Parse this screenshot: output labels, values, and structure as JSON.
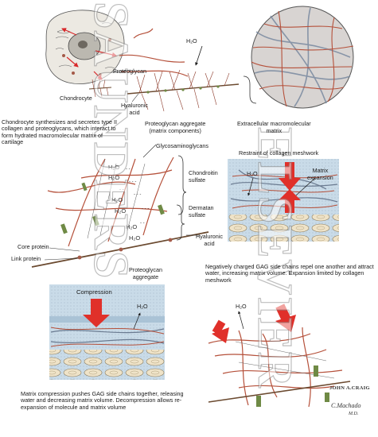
{
  "labels": {
    "chondrocyte": "Chondrocyte",
    "proteoglycan_top": "Proteoglycan",
    "hyaluronic_top": "Hyaluronic\nacid",
    "aggregate": "Proteoglycan aggregate\n(matrix components)",
    "extracellular": "Extracellular macromolecular\nmatrix",
    "water_top": "H₂O",
    "glycosaminoglycans": "Glycosaminoglycans",
    "chondroitin": "Chondroitin\nsulfate",
    "dermatan": "Dermatan\nsulfate",
    "hyaluronic_mid": "Hyaluronic\nacid",
    "core_protein": "Core protein",
    "link_protein": "Link protein",
    "proteoglycan_mid": "Proteoglycan\naggregate",
    "restraint": "Restraint of collagen meshwork",
    "matrix_expansion": "Matrix\nexpansion",
    "compression": "Compression",
    "water_mid": "H₂O",
    "water_right": "H₂O",
    "water_bottom": "H₂O"
  },
  "notes": {
    "synthesis": "Chondrocyte synthesizes and secretes type II collagen and proteoglycans, which interact to form hydrated macromolecular matrix of cartilage",
    "repel": "Negatively charged GAG side chains repel one another and attract water, increasing matrix volume. Expansion limited by collagen meshwork",
    "compress": "Matrix compression pushes GAG side chains together, releasing water and decreasing matrix volume. Decompression allows re-expansion of molecule and matrix volume"
  },
  "watermarks": [
    "SAUNDERS",
    "ELSEVIER"
  ],
  "signatures": [
    "JOHN A.CRAIG",
    "C.Machado",
    "M.D."
  ],
  "colors": {
    "fiber": "#b5503a",
    "arrow": "#e0302a",
    "blue_bg": "#c9dbe8",
    "proteoglycan_green": "#6f8a45",
    "bone": "#e9ddc3"
  }
}
